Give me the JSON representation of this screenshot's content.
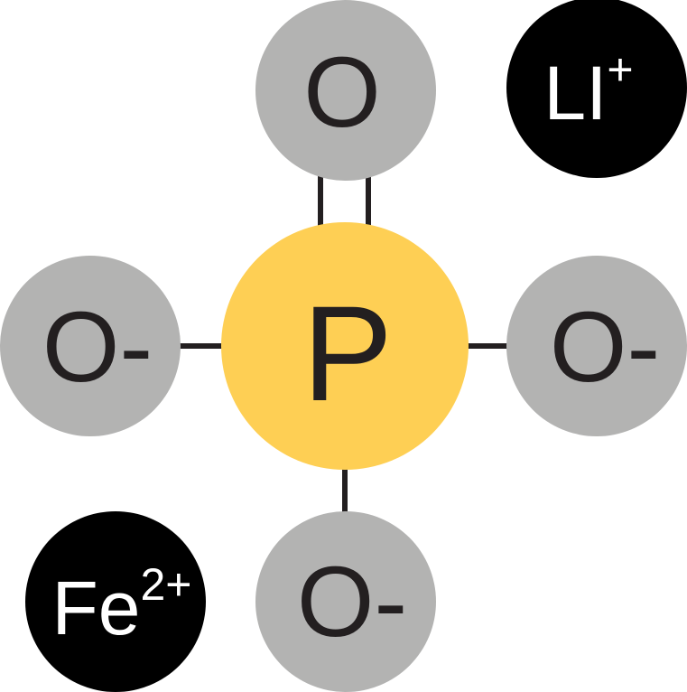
{
  "colors": {
    "oxygen": "#b3b3b2",
    "phosphorus": "#fecf54",
    "ion": "#000000",
    "bond": "#231f20",
    "text_dark": "#231f20",
    "text_light": "#ffffff"
  },
  "atoms": {
    "top": "O",
    "left": "O-",
    "right": "O-",
    "bottom": "O-",
    "center": "P"
  },
  "ions": {
    "lithium": {
      "symbol": "LI",
      "charge": "+"
    },
    "iron": {
      "symbol": "Fe",
      "charge": "2+"
    }
  }
}
